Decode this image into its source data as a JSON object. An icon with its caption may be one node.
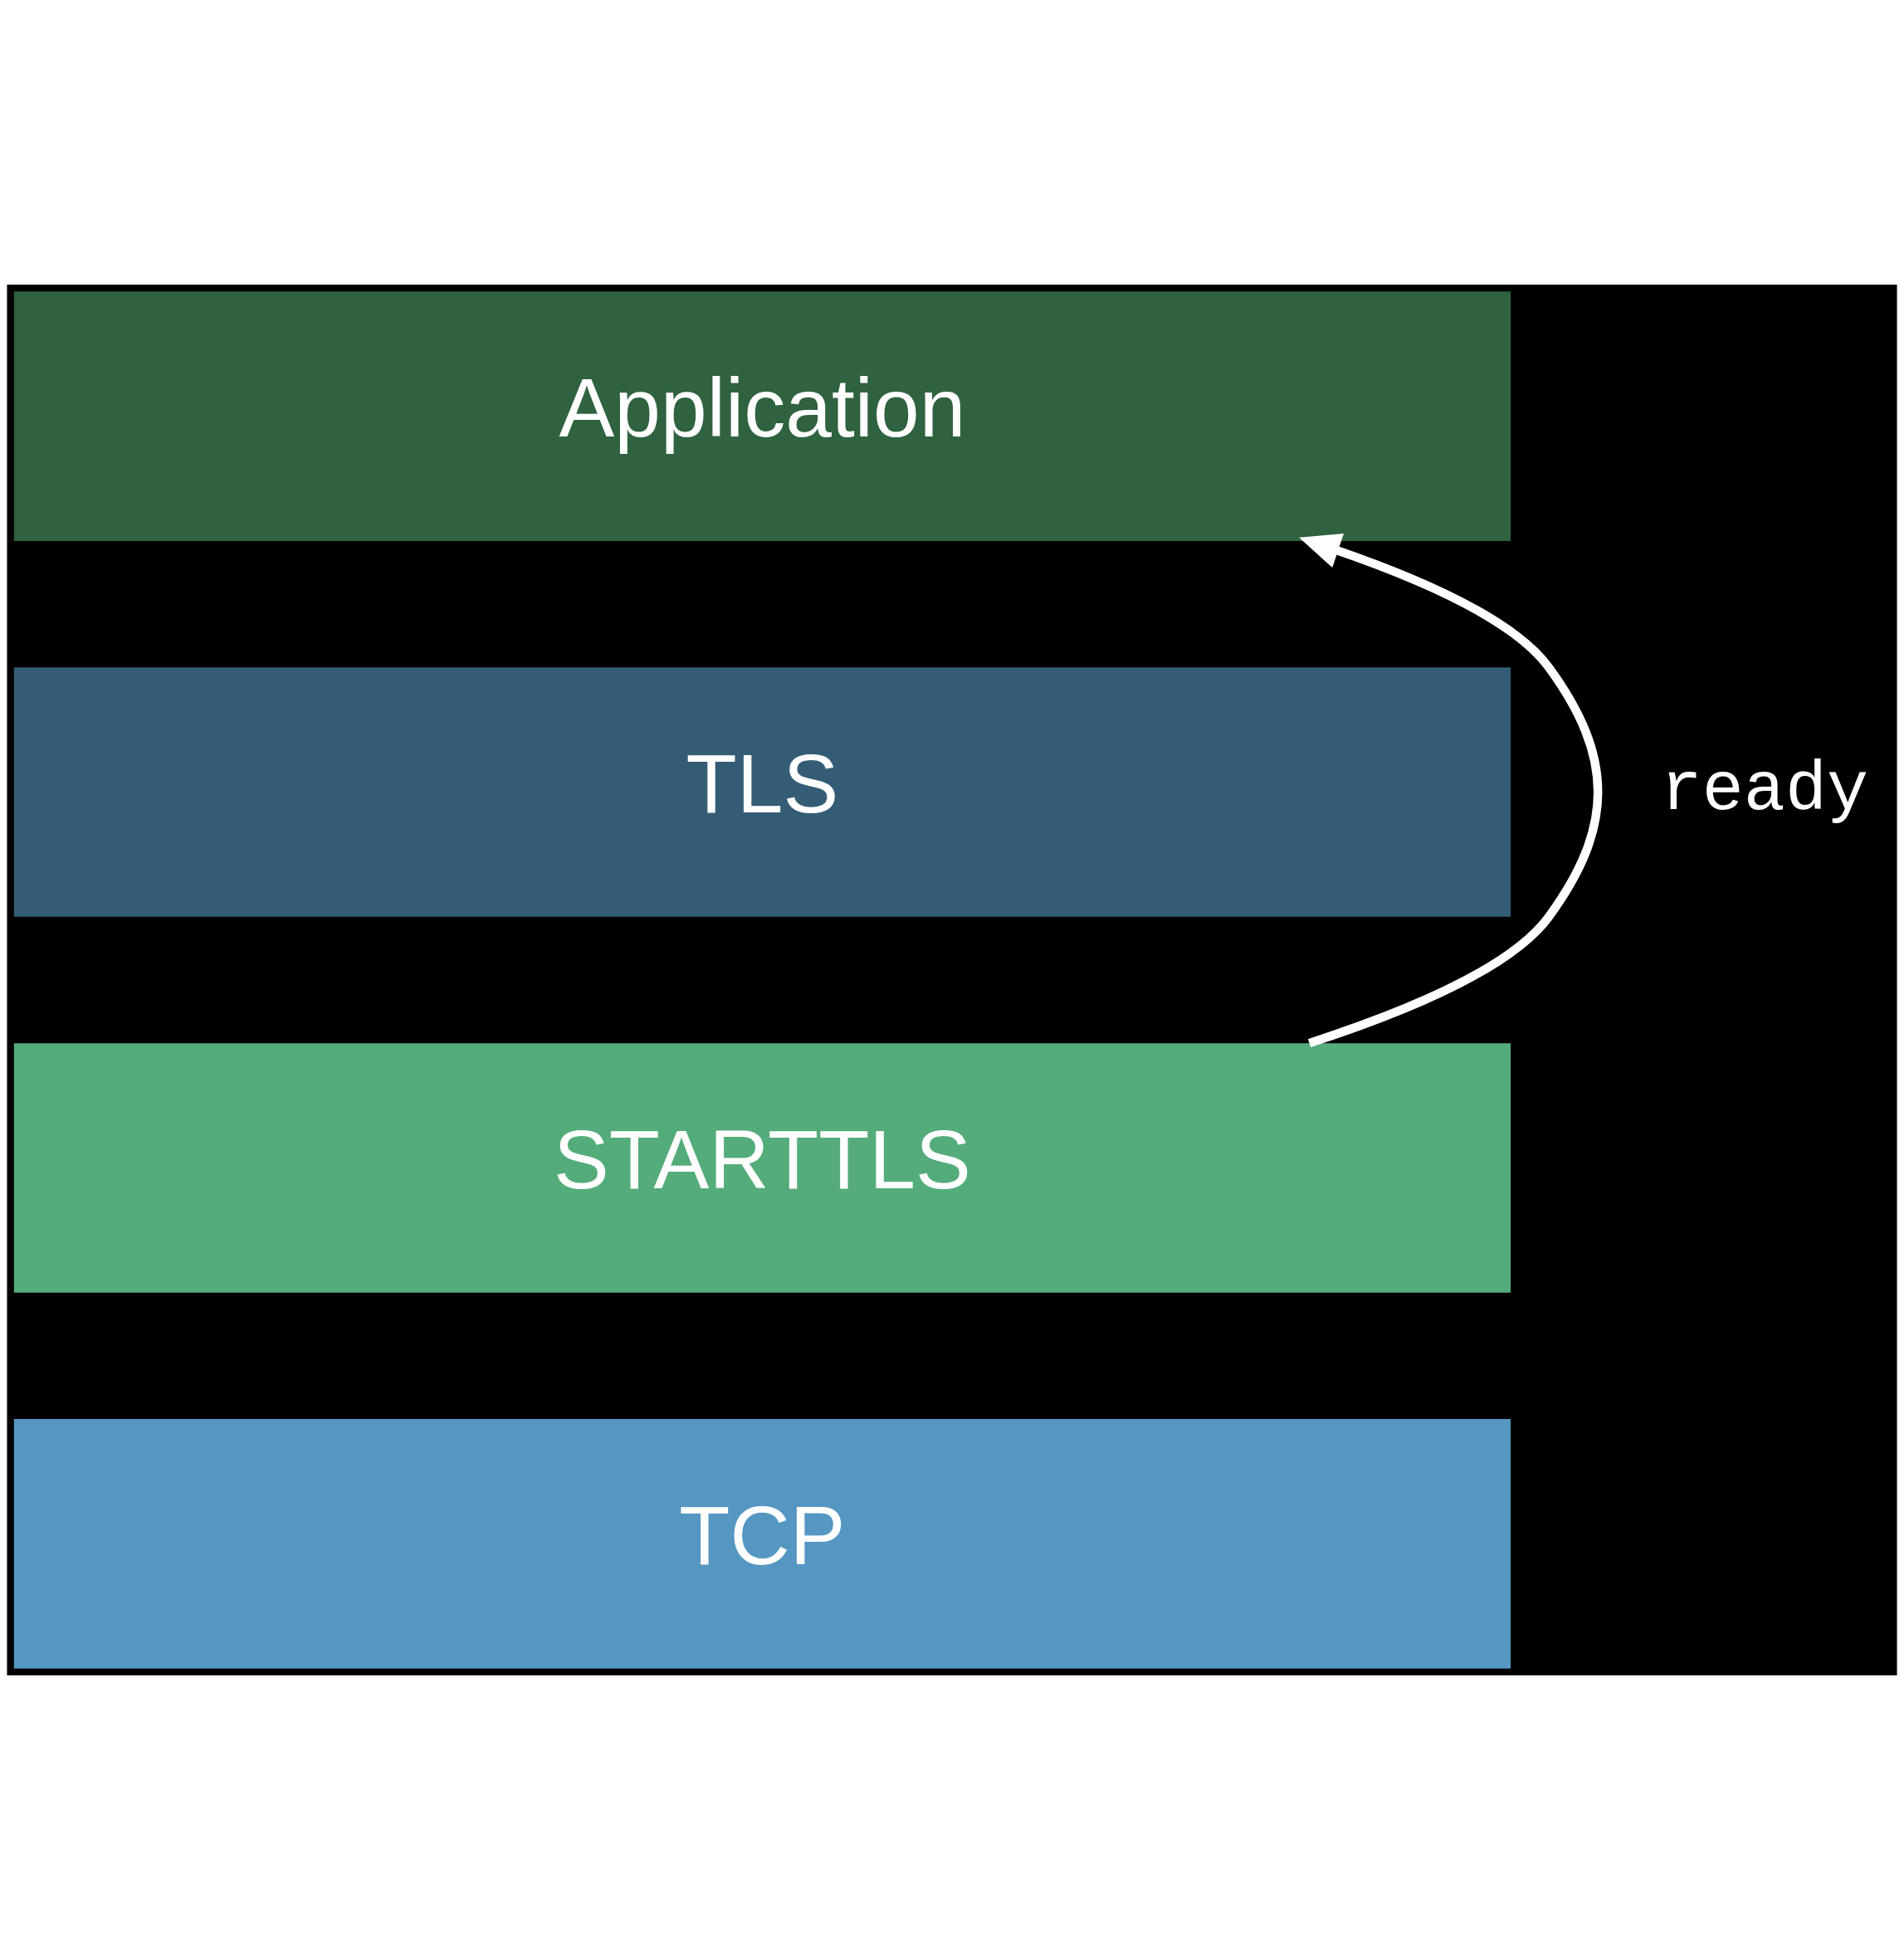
{
  "diagram": {
    "nodes": [
      {
        "text": [
          "Application"
        ]
      },
      {
        "text": [
          "TLS"
        ]
      },
      {
        "text": [
          "STARTTLS"
        ]
      },
      {
        "text": [
          "TCP"
        ]
      }
    ],
    "edges": [
      {
        "from": 2,
        "to": 0,
        "arrow": "to",
        "label": "ready"
      }
    ]
  }
}
